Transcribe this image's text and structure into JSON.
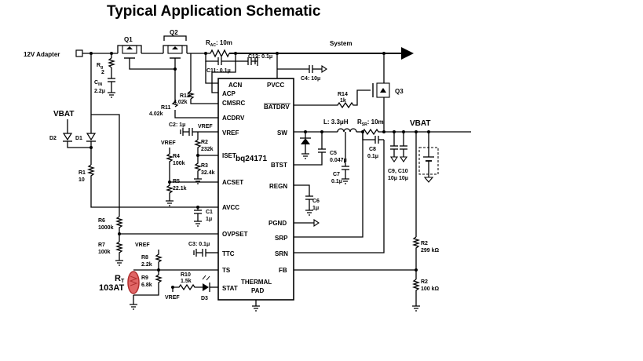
{
  "title": "Typical Application Schematic",
  "chip": {
    "name": "bq24171",
    "thermal_pad": [
      "THERMAL",
      "PAD"
    ],
    "left_pins": [
      "ACN",
      "ACP",
      "CMSRC",
      "ACDRV",
      "VREF",
      "ISET",
      "ACSET",
      "AVCC",
      "OVPSET",
      "TTC",
      "TS",
      "STAT"
    ],
    "right_pins": [
      "PVCC",
      "BATDRV",
      "SW",
      "BTST",
      "REGN",
      "PGND",
      "SRP",
      "SRN",
      "FB"
    ]
  },
  "nets": {
    "adapter": "12V Adapter",
    "system": "System",
    "vbat_left": "VBAT",
    "vbat_right": "VBAT",
    "vref_labels": [
      "VREF",
      "VREF",
      "VREF",
      "VREF"
    ]
  },
  "components": {
    "Q1": "Q1",
    "Q2": "Q2",
    "Q3": "Q3",
    "RAC": "R",
    "RAC_sub": "AC",
    "RAC_val": ": 10m",
    "C11": "C11: 0.1μ",
    "C12": "C12: 0.1μ",
    "Rg": "R",
    "Rg_sub": "g",
    "Rg_val": "2",
    "Cin": "C",
    "Cin_sub": "IN",
    "Cin_val": "2.2μ",
    "R11": "R11",
    "R11_val": "4.02k",
    "R12": "R12",
    "R12_val": "4.02k",
    "D1": "D1",
    "D2": "D2",
    "R1": "R1",
    "R1_val": "10",
    "C2": "C2: 1μ",
    "R2a": "R2",
    "R2a_val": "232k",
    "R3": "R3",
    "R3_val": "32.4k",
    "R4": "R4",
    "R4_val": "100k",
    "R5": "R5",
    "R5_val": "22.1k",
    "C1": "C1",
    "C1_val": "1μ",
    "R6": "R6",
    "R6_val": "1000k",
    "R7": "R7",
    "R7_val": "100k",
    "C3": "C3: 0.1μ",
    "R8": "R8",
    "R8_val": "2.2k",
    "RT": "R",
    "RT_sub": "T",
    "RT_type": "103AT",
    "R9": "R9",
    "R9_val": "6.8k",
    "R10": "R10",
    "R10_val": "1.5k",
    "D3": "D3",
    "C4": "C4: 10μ",
    "R14": "R14",
    "R14_val": "1k",
    "L": "L: 3.3μH",
    "RSR": "R",
    "RSR_sub": "SR",
    "RSR_val": ": 10m",
    "C5": "C5",
    "C5_val": "0.047μ",
    "C7": "C7",
    "C7_val": "0.1μ",
    "C8": "C8",
    "C8_val": "0.1μ",
    "C910": "C9, C10",
    "C910_val": "10μ  10μ",
    "C6": "C6",
    "C6_val": "1μ",
    "R2b": "R2",
    "R2b_val": "299 kΩ",
    "R2c": "R2",
    "R2c_val": "100 kΩ"
  },
  "colors": {
    "wire": "#000000",
    "thermistor_fill": "#e06666",
    "thermistor_stroke": "#b03030"
  }
}
